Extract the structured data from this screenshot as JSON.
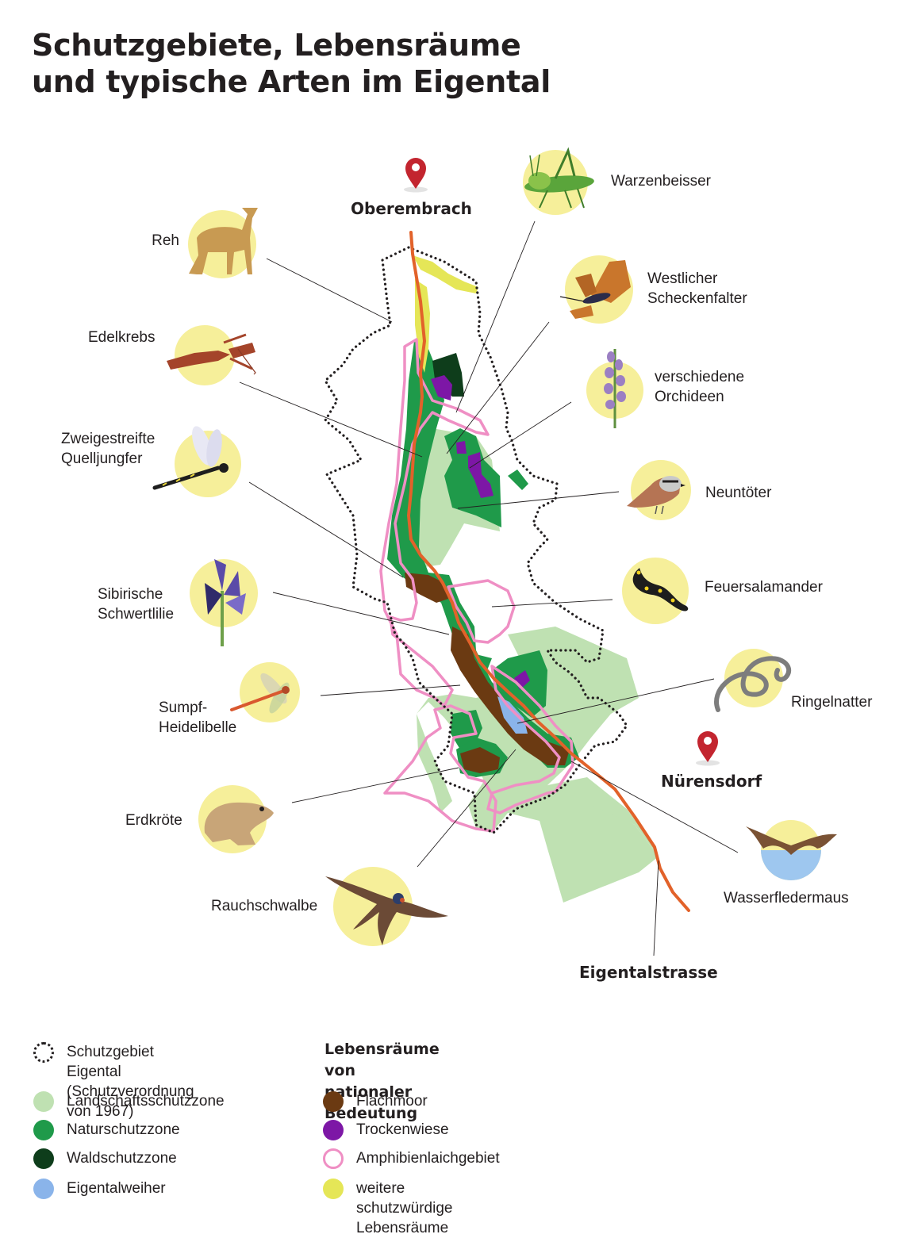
{
  "title": {
    "line1": "Schutzgebiete, Lebensräume",
    "line2": "und typische Arten im Eigental"
  },
  "places": {
    "north": "Oberembrach",
    "east": "Nürensdorf",
    "road": "Eigentalstrasse"
  },
  "species": {
    "reh": "Reh",
    "edelkrebs": "Edelkrebs",
    "quelljungfer": [
      "Zweigestreifte",
      "Quelljungfer"
    ],
    "schwertlilie": [
      "Sibirische",
      "Schwertlilie"
    ],
    "heidelibelle": [
      "Sumpf-",
      "Heidelibelle"
    ],
    "erdkroete": "Erdkröte",
    "rauchschwalbe": "Rauchschwalbe",
    "warzenbeisser": "Warzenbeisser",
    "scheckenfalter": [
      "Westlicher",
      "Scheckenfalter"
    ],
    "orchideen": [
      "verschiedene",
      "Orchideen"
    ],
    "neuntoeter": "Neuntöter",
    "feuersalamander": "Feuersalamander",
    "ringelnatter": "Ringelnatter",
    "wasserfledermaus": "Wasserfledermaus"
  },
  "legend": {
    "left": [
      {
        "label": [
          "Schutzgebiet Eigental",
          "(Schutzverordnung von 1967)"
        ],
        "color": "#231f20",
        "style": "dotted-ring"
      },
      {
        "label": [
          "Landschaftsschutzzone"
        ],
        "color": "#bfe1b2",
        "style": "fill"
      },
      {
        "label": [
          "Naturschutzzone"
        ],
        "color": "#1f9a4a",
        "style": "fill"
      },
      {
        "label": [
          "Waldschutzzone"
        ],
        "color": "#0e3d1b",
        "style": "fill"
      },
      {
        "label": [
          "Eigentalweiher"
        ],
        "color": "#8ab4ea",
        "style": "fill"
      }
    ],
    "right_heading": [
      "Lebensräume von",
      "nationaler Bedeutung"
    ],
    "right": [
      {
        "label": [
          "Flachmoor"
        ],
        "color": "#6b3a12",
        "style": "fill"
      },
      {
        "label": [
          "Trockenwiese"
        ],
        "color": "#7d17a6",
        "style": "fill"
      },
      {
        "label": [
          "Amphibienlaichgebiet"
        ],
        "color": "#ef8fc4",
        "style": "ring"
      },
      {
        "label": [
          "weitere schutzwürdige Lebensräume"
        ],
        "color": "#e5e657",
        "style": "fill"
      }
    ]
  },
  "colors": {
    "landschaft": "#bfe1b2",
    "natur": "#1f9a4a",
    "wald": "#0e3d1b",
    "weiher": "#8ab4ea",
    "flachmoor": "#6b3a12",
    "trockenwiese": "#7d17a6",
    "amphibien": "#ef8fc4",
    "weitere": "#e5e657",
    "road": "#e2622a",
    "pin": "#c3252f",
    "species_circle": "#f6ef9a"
  },
  "icons": [
    "map-pin-icon",
    "grasshopper-icon",
    "deer-icon",
    "butterfly-icon",
    "crayfish-icon",
    "orchid-icon",
    "dragonfly-icon",
    "shrike-icon",
    "iris-icon",
    "salamander-icon",
    "darter-icon",
    "snake-icon",
    "toad-icon",
    "bat-icon",
    "swallow-icon"
  ]
}
